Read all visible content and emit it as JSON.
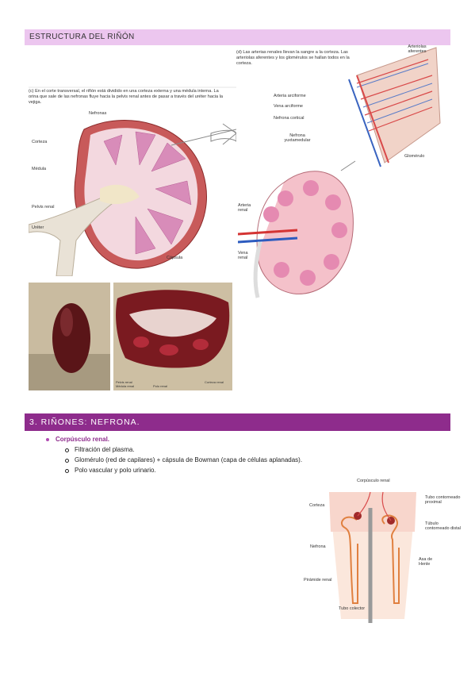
{
  "section1": {
    "title": "ESTRUCTURA DEL RIÑÓN"
  },
  "figC": {
    "caption": "(c) En el corte transversal, el riñón está dividido en una corteza externa y una médula interna. La orina que sale de las nefronas fluye hacia la pelvis renal antes de pasar a través del uréter hacia la vejiga.",
    "labels": {
      "nefronas": "Nefronas",
      "corteza": "Corteza",
      "medula": "Médula",
      "pelvis": "Pelvis renal",
      "ureter": "Uréter",
      "capsula": "Cápsula"
    }
  },
  "figD": {
    "caption": "(d) Las arterias renales llevan la sangre a la corteza. Las arteriolas aferentes y los glomérulos se hallan todos en la corteza.",
    "labels": {
      "arteriolas": "Arteriolas aferentes",
      "arteria_arc": "Arteria arciforme",
      "vena_arc": "Vena arciforme",
      "nefrona_cort": "Nefrona cortical",
      "nefrona_yux": "Nefrona yuxtamedular",
      "glomerulo": "Glomérulo",
      "arteria_renal": "Arteria renal",
      "vena_renal": "Vena renal"
    }
  },
  "photos": {
    "labels": {
      "pelvis": "Pelvis renal",
      "medula": "Médula renal",
      "polo": "Polo renal",
      "corteza": "Corteza renal"
    }
  },
  "section2": {
    "title": "3. RIÑONES: NEFRONA."
  },
  "list": {
    "heading": "Corpúsculo renal.",
    "items": [
      "Filtración del plasma.",
      "Glomérulo (red de capilares) + cápsula de Bowman (capa de células aplanadas).",
      "Polo vascular y polo urinario."
    ]
  },
  "nephron": {
    "labels": {
      "corpusculo": "Corpúsculo renal",
      "corteza": "Corteza",
      "tubo_prox": "Tubo contorneado proximal",
      "tubulo_dist": "Túbulo contorneado distal",
      "nefrona": "Nefrona",
      "asa": "Asa de Henle",
      "piramide": "Pirámide renal",
      "colector": "Tubo colector"
    }
  }
}
